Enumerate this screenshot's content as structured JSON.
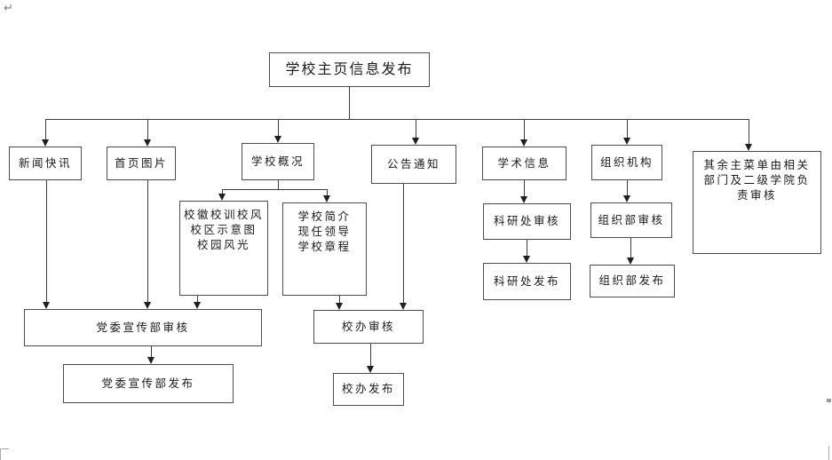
{
  "diagram": {
    "title": "学校主页信息发布",
    "type": "flowchart"
  },
  "nodes": {
    "root": {
      "label": "学校主页信息发布"
    },
    "news": {
      "label": "新闻快讯"
    },
    "home_image": {
      "label": "首页图片"
    },
    "school_overview": {
      "label": "学校概况"
    },
    "announcements": {
      "label": "公告通知"
    },
    "academic_info": {
      "label": "学术信息"
    },
    "org_structure": {
      "label": "组织机构"
    },
    "other_menus": {
      "label": "其余主菜单由相关\n部门及二级学院负\n责审核"
    },
    "emblem_motto": {
      "label": "校徽校训校风\n校区示意图\n校园风光"
    },
    "school_intro": {
      "label": "学校简介\n现任领导\n学校章程"
    },
    "research_review": {
      "label": "科研处审核"
    },
    "research_publish": {
      "label": "科研处发布"
    },
    "org_dept_review": {
      "label": "组织部审核"
    },
    "org_dept_publish": {
      "label": "组织部发布"
    },
    "propaganda_review": {
      "label": "党委宣传部审核"
    },
    "propaganda_publish": {
      "label": "党委宣传部发布"
    },
    "school_office_review": {
      "label": "校办审核"
    },
    "school_office_publish": {
      "label": "校办发布"
    }
  },
  "marks": {
    "paragraph_mark": "↵"
  },
  "colors": {
    "line": "#3d3d3d",
    "border": "#4d4d4d",
    "background": "#ffffff"
  }
}
